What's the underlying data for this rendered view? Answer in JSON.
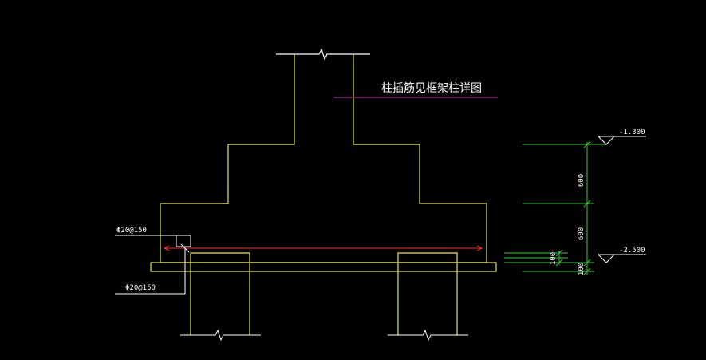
{
  "colors": {
    "background": "#000000",
    "structure": "#e6e65a",
    "dimension": "#33cc33",
    "rebar": "#ff2a2a",
    "leader": "#ffffff",
    "note_line": "#cc33cc",
    "note_text": "#ffffff",
    "level_symbol": "#ffffff"
  },
  "annotations": {
    "column_note": "柱插筋见框架柱详图",
    "rebar_top": "Φ20@150",
    "rebar_bottom": "Φ20@150"
  },
  "elevations": {
    "top": "-1.300",
    "bottom": "-2.500"
  },
  "dimensions": {
    "upper_step": "600",
    "lower_step": "600",
    "pile_cap_embed": "100",
    "cushion": "100"
  }
}
